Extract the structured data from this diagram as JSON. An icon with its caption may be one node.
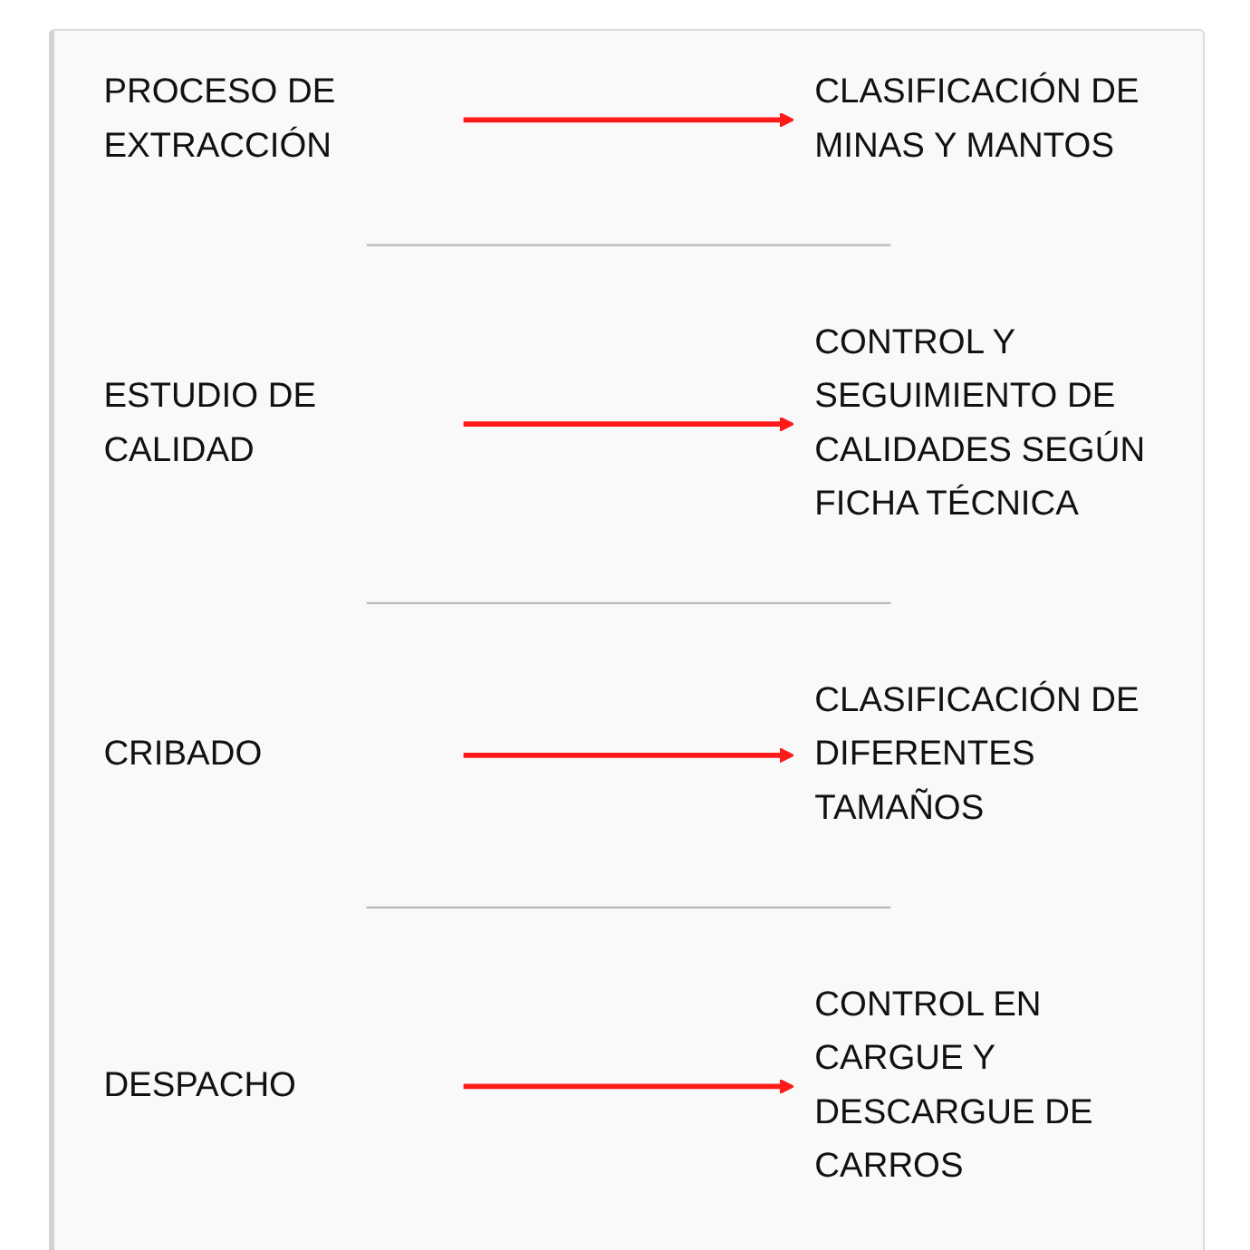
{
  "diagram": {
    "nodes": [
      {
        "text": [
          "PROCESO DE EXTRACCIÓN"
        ]
      },
      {
        "text": [
          "CLASIFICACIÓN DE MINAS Y MANTOS"
        ]
      },
      {
        "text": [
          "ESTUDIO DE CALIDAD"
        ]
      },
      {
        "text": [
          "CONTROL Y SEGUIMIENTO DE CALIDADES SEGÚN FICHA TÉCNICA"
        ]
      },
      {
        "text": [
          "CRIBADO"
        ]
      },
      {
        "text": [
          "CLASIFICACIÓN DE DIFERENTES TAMAÑOS"
        ]
      },
      {
        "text": [
          "DESPACHO"
        ]
      },
      {
        "text": [
          "CONTROL EN CARGUE Y DESCARGUE DE CARROS"
        ]
      }
    ],
    "edges": [
      {
        "from": 0,
        "to": 1,
        "arrow": "to"
      },
      {
        "from": 2,
        "to": 3,
        "arrow": "to"
      },
      {
        "from": 4,
        "to": 5,
        "arrow": "to"
      },
      {
        "from": 6,
        "to": 7,
        "arrow": "to"
      }
    ]
  }
}
